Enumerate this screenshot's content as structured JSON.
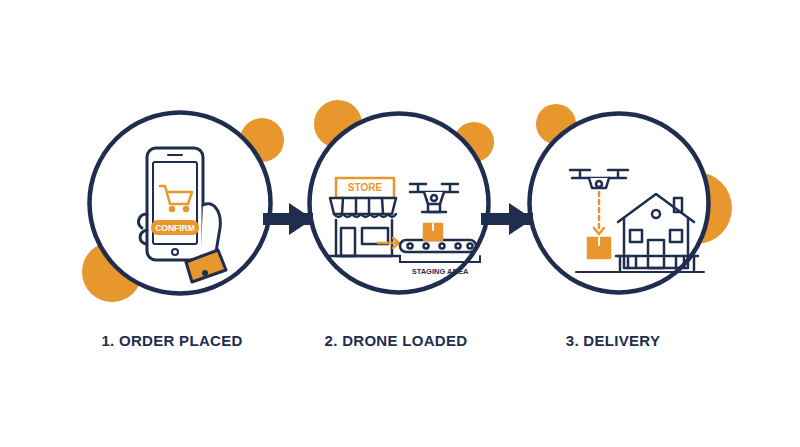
{
  "diagram": {
    "nodes": [
      {
        "text": [
          "1. ORDER PLACED"
        ]
      },
      {
        "text": [
          "2. DRONE LOADED"
        ]
      },
      {
        "text": [
          "3. DELIVERY"
        ]
      }
    ],
    "edges": [
      {
        "from": 0,
        "to": 1,
        "arrow": "to"
      },
      {
        "from": 1,
        "to": 2,
        "arrow": "to"
      }
    ],
    "labels": [
      "CONFIRM",
      "STORE",
      "STAGING AREA"
    ]
  }
}
